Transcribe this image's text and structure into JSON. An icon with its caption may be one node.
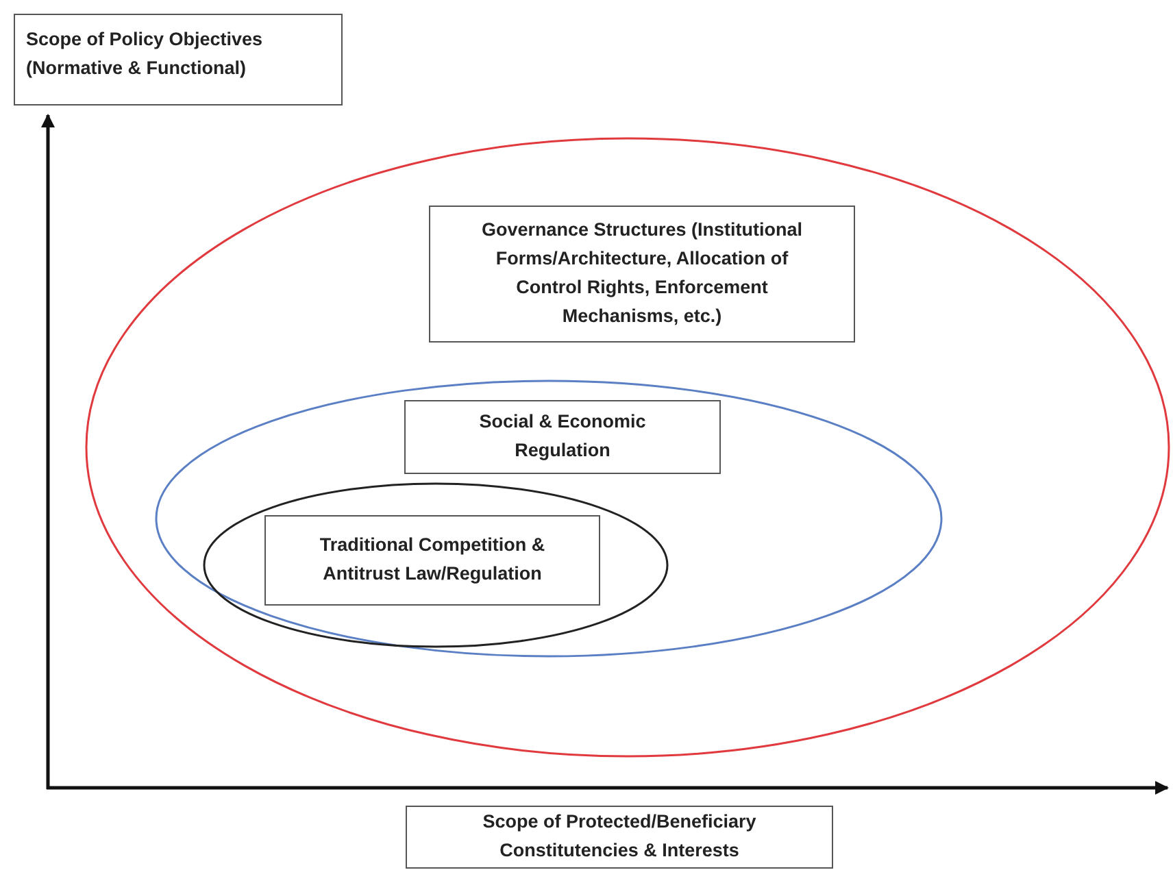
{
  "diagram": {
    "nodes": [
      {
        "text": [
          "Scope of Policy Objectives (Normative & Functional)"
        ]
      },
      {
        "text": [],
        "shape": "ellipse"
      },
      {
        "text": [
          "Governance Structures (Institutional Forms/Architecture, Allocation of Control Rights, Enforcement Mechanisms, etc.)"
        ],
        "in": 1
      },
      {
        "text": [],
        "shape": "ellipse",
        "in": 1
      },
      {
        "text": [
          "Social & Economic Regulation"
        ],
        "in": 3
      },
      {
        "text": [],
        "shape": "ellipse",
        "in": 3
      },
      {
        "text": [
          "Traditional Competition & Antitrust Law/Regulation"
        ],
        "in": 5
      },
      {
        "text": [
          "Scope of Protected/Beneficiary Constitutencies & Interests"
        ]
      }
    ]
  }
}
